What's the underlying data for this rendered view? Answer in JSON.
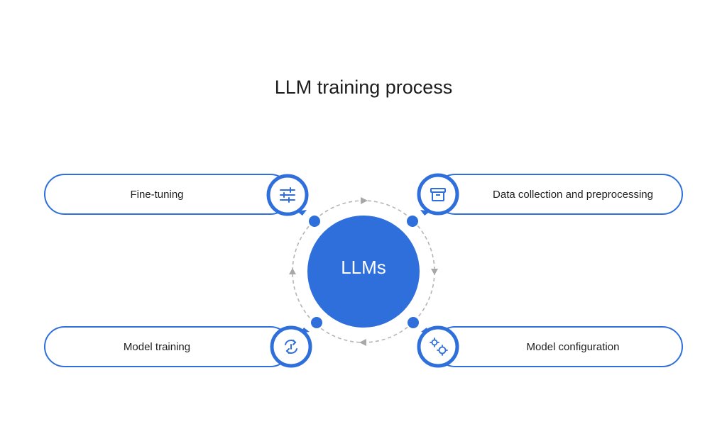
{
  "title": "LLM training process",
  "center_label": "LLMs",
  "steps": [
    {
      "label": "Fine-tuning",
      "icon": "sliders-icon"
    },
    {
      "label": "Data collection and preprocessing",
      "icon": "archive-box-icon"
    },
    {
      "label": "Model configuration",
      "icon": "gears-icon"
    },
    {
      "label": "Model training",
      "icon": "refresh-cycle-icon"
    }
  ],
  "colors": {
    "accent": "#2f6fdc",
    "cycle_dash": "#b5b5b5",
    "arrow": "#a8a8a8"
  }
}
